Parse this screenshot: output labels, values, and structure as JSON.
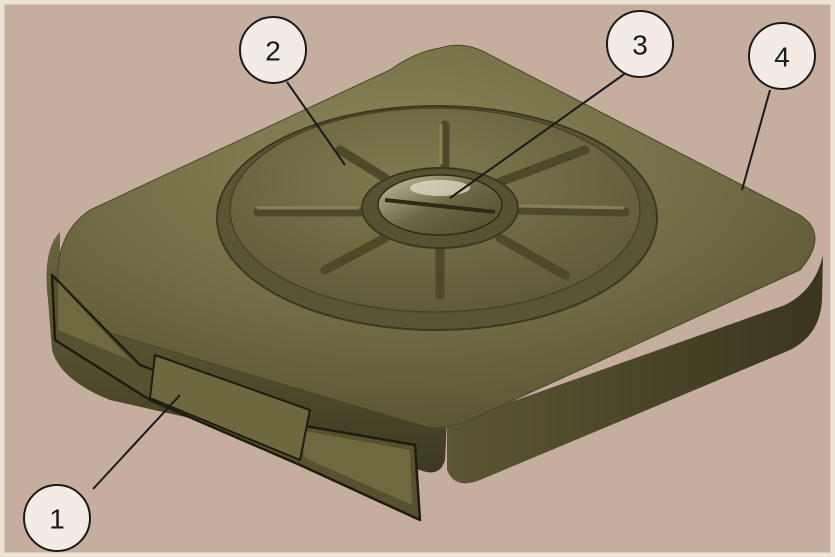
{
  "figure": {
    "subject": "anti-tank-mine",
    "colors": {
      "background": "#c6ae9f",
      "body": "#6f6a42",
      "body_highlight": "#8a8456",
      "body_shadow": "#3f3b22",
      "outline": "#1a1a1a"
    }
  },
  "callouts": [
    {
      "id": "1",
      "label": "1"
    },
    {
      "id": "2",
      "label": "2"
    },
    {
      "id": "3",
      "label": "3"
    },
    {
      "id": "4",
      "label": "4"
    }
  ]
}
